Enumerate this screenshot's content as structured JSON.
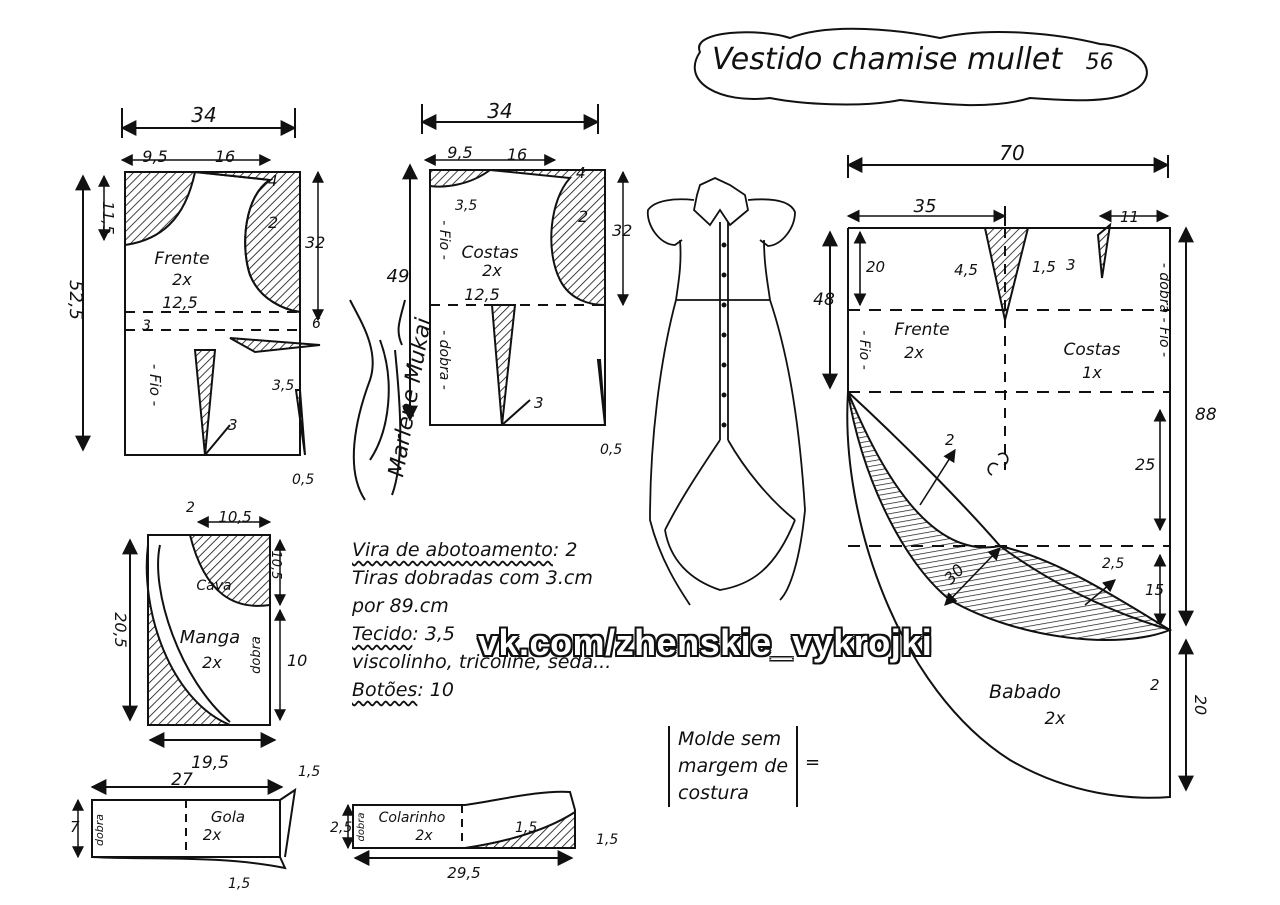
{
  "title": {
    "name": "Vestido chamise mullet",
    "number": "56"
  },
  "signature": "Marlene Mukai",
  "watermark": "vk.com/zhenskie_vykrojki",
  "front_bodice": {
    "label": "Frente",
    "qty": "2x",
    "width": "34",
    "shoulder_a": "9,5",
    "shoulder_b": "16",
    "neck_depth": "11,5",
    "shoulder_drop": "4",
    "armhole": "2",
    "side_height": "32",
    "total_height": "52,5",
    "bust_dart": "12,5",
    "waist": "3",
    "side_dart_a": "6",
    "side_dart_b": "3,5",
    "grain": "- Fio -",
    "dart": "3",
    "hem": "0,5"
  },
  "back_bodice": {
    "label": "Costas",
    "qty": "2x",
    "width": "34",
    "shoulder_a": "9,5",
    "shoulder_b": "16",
    "neck_depth": "3,5",
    "shoulder_drop": "4",
    "armhole": "2",
    "side_height": "32",
    "total_height": "49",
    "dart_pos": "12,5",
    "grain": "- Fio -",
    "fold": "- dobra -",
    "dart": "3",
    "hem": "0,5"
  },
  "sleeve": {
    "label": "Manga",
    "qty": "2x",
    "top": "10,5",
    "top_offset": "2",
    "right": "10,5",
    "left": "20,5",
    "side": "10",
    "bottom": "19,5",
    "cava": "Cava",
    "fold": "dobra"
  },
  "skirt": {
    "front_label": "Frente",
    "front_qty": "2x",
    "back_label": "Costas",
    "back_qty": "1x",
    "width": "70",
    "half": "35",
    "dart_front_a": "4,5",
    "dart_front_b": "1,5",
    "back_dart": "3",
    "back_offset": "11",
    "height_a": "20",
    "height_left": "48",
    "height_right": "88",
    "grain": "- Fio -",
    "fold": "- dobra - Fio -",
    "ruffle_label": "Babado",
    "ruffle_qty": "2x",
    "ruffle_a": "2",
    "ruffle_b": "25",
    "ruffle_c": "30",
    "ruffle_d": "2,5",
    "ruffle_e": "15",
    "ruffle_f": "2",
    "ruffle_g": "20"
  },
  "collar": {
    "label": "Gola",
    "qty": "2x",
    "width": "27",
    "height": "7",
    "tip": "1,5",
    "bottom": "1,5",
    "fold": "dobra"
  },
  "collar_stand": {
    "label": "Colarinho",
    "qty": "2x",
    "width": "29,5",
    "height": "2,5",
    "tip_a": "1,5",
    "tip_b": "1,5",
    "fold": "dobra"
  },
  "notes": {
    "line1_label": "Vira de abotoamento",
    "line1_value": ": 2",
    "line2": "Tiras dobradas com 3.cm",
    "line3": "por 89.cm",
    "line4_label": "Tecido",
    "line4_value": ": 3,5",
    "line5": "viscolinho, tricoline, seda...",
    "line6_label": "Botões",
    "line6_value": ": 10"
  },
  "molde_note": {
    "line1": "Molde sem",
    "line2": "margem de",
    "line3": "costura",
    "mark": "="
  }
}
